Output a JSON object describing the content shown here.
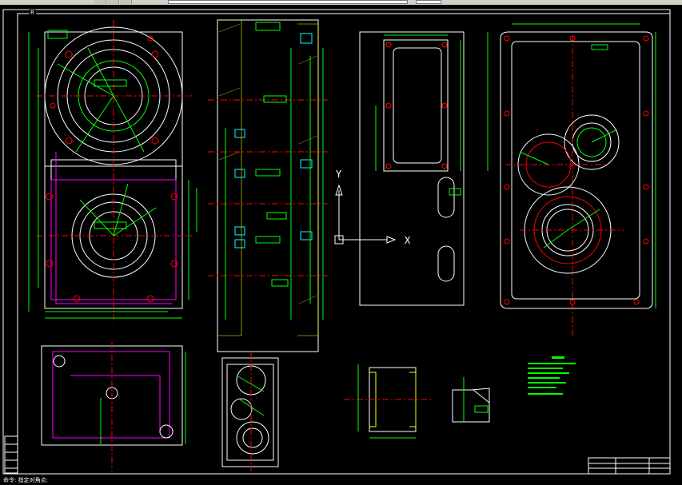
{
  "toolbar": {
    "buttons": [
      "toolbar-button-1",
      "toolbar-button-2",
      "toolbar-button-3"
    ]
  },
  "drawing": {
    "tab_label": "R",
    "axis_x_label": "X",
    "axis_y_label": "Y",
    "status_text": "命令: 指定对角点:"
  },
  "colors": {
    "background": "#000000",
    "outline": "#ffffff",
    "dimension": "#00ff00",
    "center_line": "#ff0000",
    "hidden_line": "#ff00ff",
    "feature": "#ffff00",
    "section": "#00ffff"
  }
}
